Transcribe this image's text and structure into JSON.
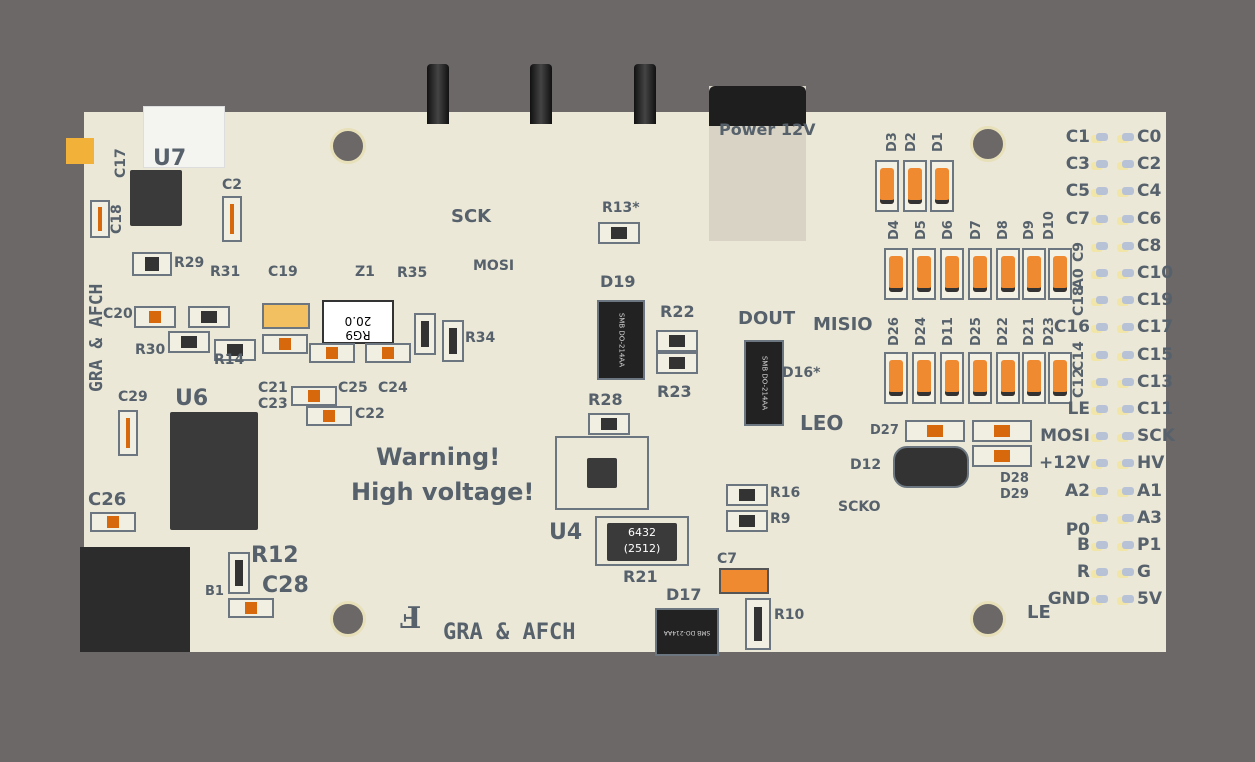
{
  "board": {
    "silkscreen": "GRA & AFCH",
    "warning_line1": "Warning!",
    "warning_line2": "High voltage!",
    "power": "Power 12V",
    "chip_u4_marking": "6432",
    "chip_u4_size": "(2512)",
    "z1_marking": "RG9",
    "z1_value": "20.0",
    "diode_marking": "SMB DO-214AA"
  },
  "labels": [
    "U7",
    "C17",
    "C18",
    "C2",
    "R29",
    "R31",
    "C19",
    "Z1",
    "R35",
    "SCK",
    "MOSI",
    "C20",
    "R30",
    "R14",
    "C21",
    "C23",
    "C25",
    "C24",
    "C22",
    "R34",
    "C29",
    "U6",
    "D19",
    "R13*",
    "R22",
    "R23",
    "DOUT",
    "MISIO",
    "D16*",
    "LEO",
    "R28",
    "U4",
    "R21",
    "R16",
    "R9",
    "C7",
    "D17",
    "R10",
    "SCKO",
    "D12",
    "D27",
    "D28",
    "D29",
    "C26",
    "R12",
    "C28",
    "B1"
  ],
  "diodes_top": [
    "D3",
    "D2",
    "D1"
  ],
  "diodes_row1": [
    "D4",
    "D5",
    "D6",
    "D7",
    "D8",
    "D9",
    "D10"
  ],
  "diodes_row2": [
    "D26",
    "D24",
    "D11",
    "D25",
    "D22",
    "D21",
    "D23"
  ],
  "header_left": [
    "C1",
    "C3",
    "C5",
    "C7",
    "C9",
    "A0",
    "C18",
    "C16",
    "C14",
    "C12",
    "LE",
    "MOSI",
    "+12V",
    "A2",
    "P0",
    "B",
    "R",
    "GND"
  ],
  "header_right": [
    "C0",
    "C2",
    "C4",
    "C6",
    "C8",
    "C10",
    "C19",
    "C17",
    "C15",
    "C13",
    "C11",
    "SCK",
    "HV",
    "A1",
    "A3",
    "P1",
    "G",
    "5V"
  ],
  "extra_le": "LE"
}
